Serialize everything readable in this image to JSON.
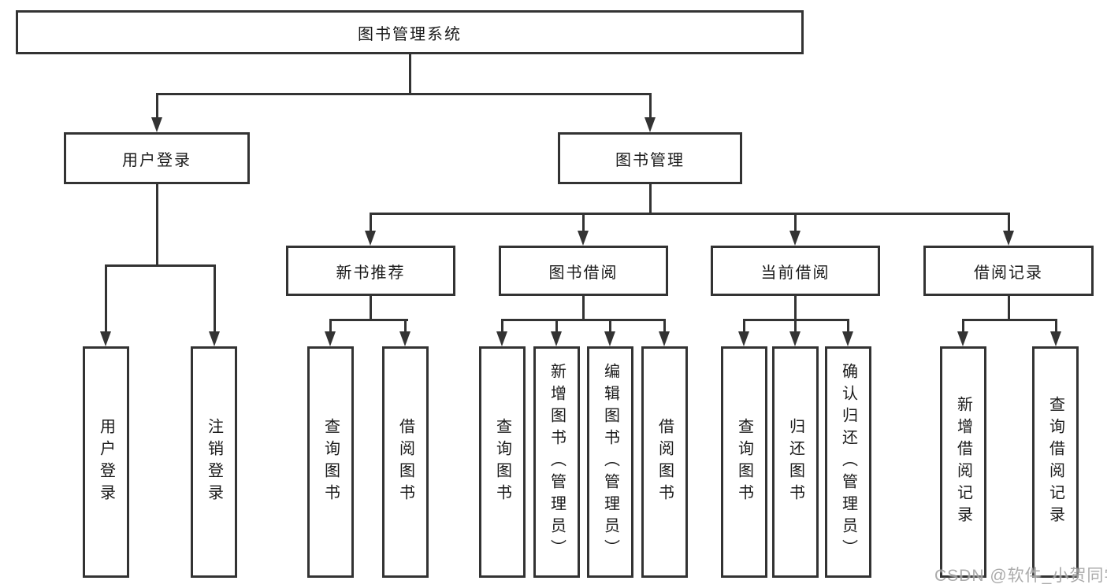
{
  "colors": {
    "line": "#333333",
    "box_border": "#333333",
    "box_background": "#ffffff",
    "text": "#1a1a1a",
    "watermark": "#989898"
  },
  "watermark": "CSDN @软件_小贺同学",
  "tree": {
    "label": "图书管理系统",
    "children": [
      {
        "label": "用户登录",
        "children": [
          {
            "label": "用户登录"
          },
          {
            "label": "注销登录"
          }
        ]
      },
      {
        "label": "图书管理",
        "children": [
          {
            "label": "新书推荐",
            "children": [
              {
                "label": "查询图书"
              },
              {
                "label": "借阅图书"
              }
            ]
          },
          {
            "label": "图书借阅",
            "children": [
              {
                "label": "查询图书"
              },
              {
                "label": "新增图书（管理员）"
              },
              {
                "label": "编辑图书（管理员）"
              },
              {
                "label": "借阅图书"
              }
            ]
          },
          {
            "label": "当前借阅",
            "children": [
              {
                "label": "查询图书"
              },
              {
                "label": "归还图书"
              },
              {
                "label": "确认归还（管理员）"
              }
            ]
          },
          {
            "label": "借阅记录",
            "children": [
              {
                "label": "新增借阅记录"
              },
              {
                "label": "查询借阅记录"
              }
            ]
          }
        ]
      }
    ]
  }
}
